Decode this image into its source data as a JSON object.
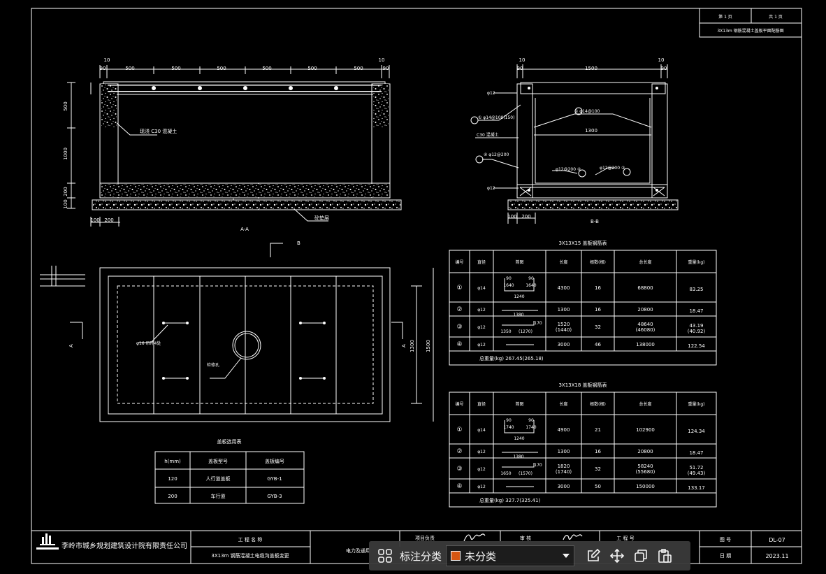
{
  "sheet": {
    "top_right": [
      "第 1 页",
      "共 1 页"
    ],
    "top_right_title": "3X13m 钢筋混凝土盖板平面配筋图"
  },
  "section_aa": {
    "dims_top": [
      "10",
      "90",
      "500",
      "500",
      "500",
      "500",
      "500",
      "500",
      "90",
      "10"
    ],
    "dims_left": [
      "500",
      "1000",
      "200",
      "100"
    ],
    "dims_bottom": [
      "100",
      "200"
    ],
    "note_concrete": "现浇 C30 混凝土",
    "note_cushion": "砼垫层",
    "title": "A-A"
  },
  "section_bb": {
    "dims_top": [
      "10",
      "90",
      "1500",
      "90",
      "10"
    ],
    "dims_bottom": [
      "100",
      "200"
    ],
    "labels": [
      "φ12",
      "① φ14@100(150)",
      "C30 混凝土",
      "④ φ12@200",
      "φ12",
      "① φ14@100",
      "1300",
      "φ12@200 ④",
      "φ12@200 ②"
    ],
    "title": "B-B"
  },
  "plan": {
    "cut_a": "A",
    "cut_b": "B",
    "label_hook": "φ16 吊环4处",
    "label_hole": "检修孔",
    "dim_right": "1300",
    "dim_right_outer": "1500"
  },
  "cover_table": {
    "title": "盖板选用表",
    "headers": [
      "h(mm)",
      "盖板型号",
      "盖板编号"
    ],
    "rows": [
      [
        "120",
        "人行道盖板",
        "GYB-1"
      ],
      [
        "200",
        "车行道",
        "GYB-3"
      ]
    ]
  },
  "rebar_table_1": {
    "title": "3X13X15 盖板钢筋表",
    "headers": [
      "编号",
      "直径",
      "简图",
      "长度",
      "根数(根)",
      "总长度",
      "重量(kg)"
    ],
    "rows": [
      {
        "no": "①",
        "dia": "φ14",
        "shape": [
          "90",
          "90",
          "1640",
          "1640",
          "1240"
        ],
        "len": "4300",
        "count": "16",
        "total": "68800",
        "weight": "83.25"
      },
      {
        "no": "②",
        "dia": "φ12",
        "shape": [
          "1380"
        ],
        "len": "1300",
        "count": "16",
        "total": "20800",
        "weight": "18.47"
      },
      {
        "no": "③",
        "dia": "φ12",
        "shape": [
          "170",
          "1350",
          "(1270)"
        ],
        "len": "1520\n(1440)",
        "count": "32",
        "total": "48640\n(46080)",
        "weight": "43.19\n(40.92)"
      },
      {
        "no": "④",
        "dia": "φ12",
        "shape": [],
        "len": "3000",
        "count": "46",
        "total": "138000",
        "weight": "122.54"
      }
    ],
    "total": "总重量(kg) 267.45(265.18)"
  },
  "rebar_table_2": {
    "title": "3X13X18 盖板钢筋表",
    "headers": [
      "编号",
      "直径",
      "简图",
      "长度",
      "根数(根)",
      "总长度",
      "重量(kg)"
    ],
    "rows": [
      {
        "no": "①",
        "dia": "φ14",
        "shape": [
          "90",
          "90",
          "1740",
          "1740",
          "1240"
        ],
        "len": "4900",
        "count": "21",
        "total": "102900",
        "weight": "124.34"
      },
      {
        "no": "②",
        "dia": "φ12",
        "shape": [
          "1380"
        ],
        "len": "1300",
        "count": "16",
        "total": "20800",
        "weight": "18.47"
      },
      {
        "no": "③",
        "dia": "φ12",
        "shape": [
          "170",
          "1650",
          "(1570)"
        ],
        "len": "1820\n(1740)",
        "count": "32",
        "total": "58240\n(55680)",
        "weight": "51.72\n(49.43)"
      },
      {
        "no": "④",
        "dia": "φ12",
        "shape": [],
        "len": "3000",
        "count": "50",
        "total": "150000",
        "weight": "133.17"
      }
    ],
    "total": "总重量(kg) 327.7(325.41)"
  },
  "title_block": {
    "company": "李岭市城乡规划建筑设计院有限责任公司",
    "project_label": "工 程 名 称",
    "project_name": "3X13m 钢筋混凝土电缆沟盖板变更",
    "sub_label": "电力及通用",
    "role_label": "项目负责",
    "check_label": "审 核",
    "code_label": "工 程 号",
    "drawing_label": "图 号",
    "drawing_no": "DL-07",
    "date_label": "日 期",
    "date": "2023.11"
  },
  "toolbar": {
    "label": "标注分类",
    "selected": "未分类",
    "selected_color": "#e05a12"
  }
}
